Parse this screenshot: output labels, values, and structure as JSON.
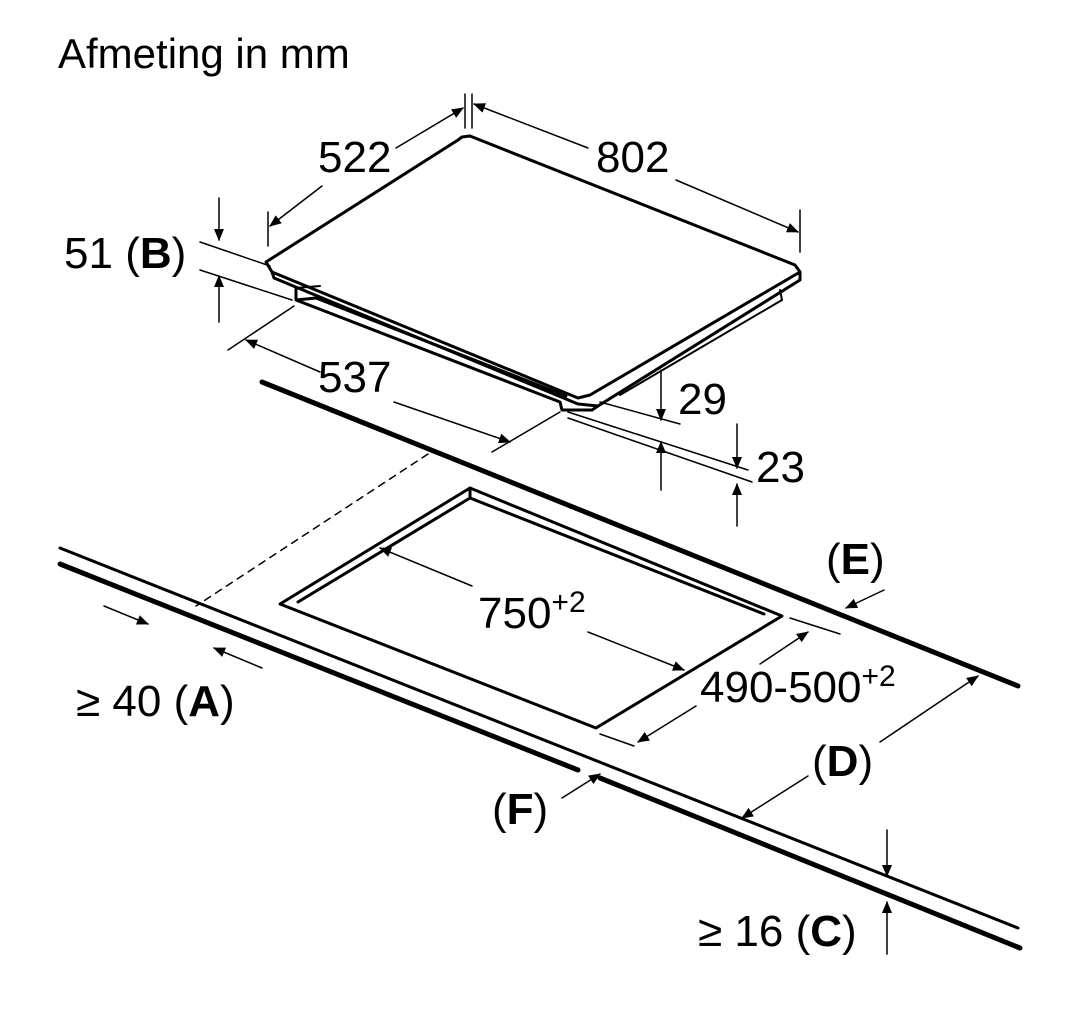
{
  "title": "Afmeting in mm",
  "dimensions": {
    "depth": "522",
    "width": "802",
    "height": "51",
    "height_ref": "B",
    "inner_width": "537",
    "bottom_height": "29",
    "frame_height": "23",
    "cutout_width": "750",
    "cutout_width_tol": "+2",
    "cutout_depth": "490-500",
    "cutout_depth_tol": "+2"
  },
  "labels": {
    "a_prefix": "≥ 40",
    "a_letter": "A",
    "c_prefix": "≥ 16",
    "c_letter": "C",
    "d_letter": "D",
    "e_letter": "E",
    "f_letter": "F",
    "open_paren": "(",
    "close_paren": ")"
  },
  "colors": {
    "line": "#000000",
    "background": "#ffffff"
  }
}
